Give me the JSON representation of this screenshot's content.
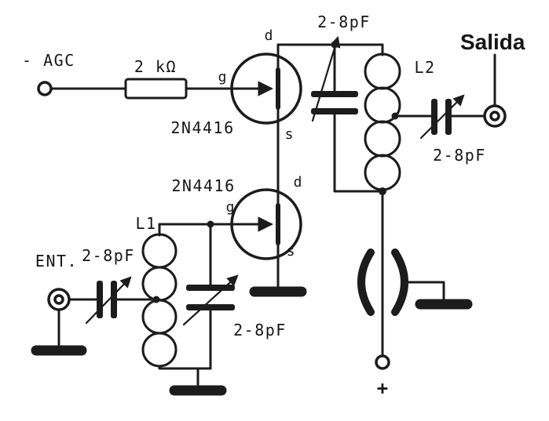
{
  "diagram": {
    "type": "schematic",
    "description": "Two-stage 2N4416 JFET RF amplifier with tuned input and output circuits",
    "ink_color": "#1c1c1c",
    "background_color": "#ffffff"
  },
  "labels": {
    "agc": "- AGC",
    "resistor_value": "2 kΩ",
    "transistor1_name": "2N4416",
    "transistor2_name": "2N4416",
    "t1_gate": "g",
    "t1_drain": "d",
    "t1_source": "s",
    "t2_gate": "g",
    "t2_drain": "d",
    "t2_source": "s",
    "cap_tank_top": "2-8pF",
    "cap_output": "2-8pF",
    "cap_input": "2-8pF",
    "cap_tank_l1": "2-8pF",
    "coil_l1": "L1",
    "coil_l2": "L2",
    "input_terminal": "ENT.",
    "output_terminal": "Salida",
    "supply_terminal": "+"
  }
}
